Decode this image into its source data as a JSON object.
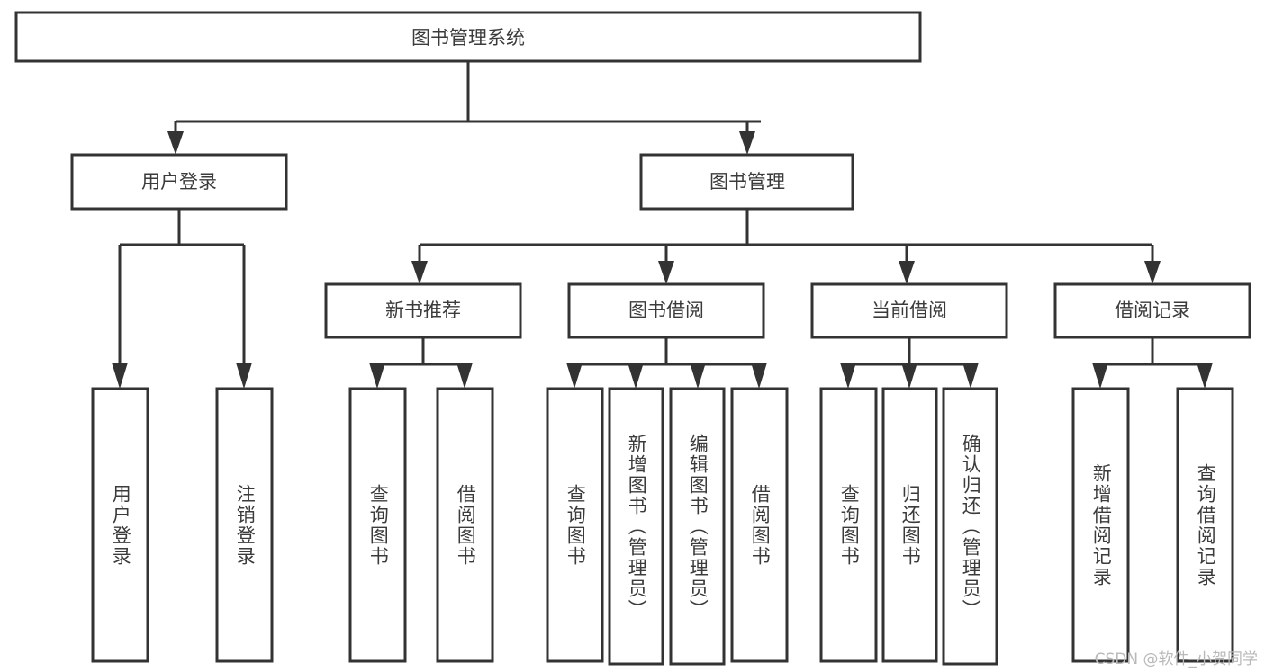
{
  "diagram": {
    "type": "tree",
    "title": "图书管理系统",
    "watermark": "CSDN @软件_小贺同学",
    "colors": {
      "stroke": "#333333",
      "box_fill": "#ffffff",
      "text": "#3b3b3b",
      "background": "#ffffff",
      "watermark": "#b9b9b9"
    },
    "root": {
      "label": "图书管理系统"
    },
    "level2": [
      {
        "label": "用户登录"
      },
      {
        "label": "图书管理"
      }
    ],
    "level3": [
      {
        "label": "新书推荐"
      },
      {
        "label": "图书借阅"
      },
      {
        "label": "当前借阅"
      },
      {
        "label": "借阅记录"
      }
    ],
    "leaves": {
      "user_login": [
        {
          "label": "用户登录"
        },
        {
          "label": "注销登录"
        }
      ],
      "new_book_recommend": [
        {
          "label": "查询图书"
        },
        {
          "label": "借阅图书"
        }
      ],
      "book_borrow": [
        {
          "label": "查询图书"
        },
        {
          "label": "新增图书（管理员）"
        },
        {
          "label": "编辑图书（管理员）"
        },
        {
          "label": "借阅图书"
        }
      ],
      "current_borrow": [
        {
          "label": "查询图书"
        },
        {
          "label": "归还图书"
        },
        {
          "label": "确认归还（管理员）"
        }
      ],
      "borrow_record": [
        {
          "label": "新增借阅记录"
        },
        {
          "label": "查询借阅记录"
        }
      ]
    }
  }
}
